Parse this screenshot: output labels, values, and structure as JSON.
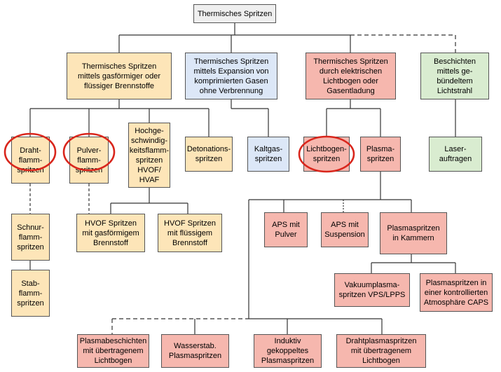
{
  "nodes": {
    "root": {
      "label": "Thermisches Spritzen"
    },
    "gas": {
      "label": "Thermisches Spritzen\nmittels gasförmiger oder\nflüssiger Brennstoffe"
    },
    "expansion": {
      "label": "Thermisches Spritzen\nmittels Expansion von\nkomprimierten Gasen\nohne Verbrennung"
    },
    "electric": {
      "label": "Thermisches Spritzen\ndurch elektrischen\nLichtbogen oder\nGasentladung"
    },
    "laser_beam": {
      "label": "Beschichten\nmittels ge-\nbündeltem\nLichtstrahl"
    },
    "draht": {
      "label": "Draht-\nflamm-\nspritzen"
    },
    "pulver": {
      "label": "Pulver-\nflamm-\nspritzen"
    },
    "hvof": {
      "label": "Hochge-\nschwindig-\nkeitsflamm-\nspritzen\nHVOF/\nHVAF"
    },
    "detonation": {
      "label": "Detonations-\nspritzen"
    },
    "kaltgas": {
      "label": "Kaltgas-\nspritzen"
    },
    "lichtbogen": {
      "label": "Lichtbogen-\nspritzen"
    },
    "plasma": {
      "label": "Plasma-\nspritzen"
    },
    "laser": {
      "label": "Laser-\nauftragen"
    },
    "schnur": {
      "label": "Schnur-\nflamm-\nspritzen"
    },
    "hvof_gas": {
      "label": "HVOF Spritzen\nmit gasförmigem\nBrennstoff"
    },
    "hvof_fluid": {
      "label": "HVOF Spritzen\nmit flüssigem\nBrennstoff"
    },
    "aps_pulver": {
      "label": "APS mit\nPulver"
    },
    "aps_susp": {
      "label": "APS mit\nSuspension"
    },
    "kammern": {
      "label": "Plasmaspritzen\nin Kammern"
    },
    "stab": {
      "label": "Stab-\nflamm-\nspritzen"
    },
    "vakuum": {
      "label": "Vakuumplasma-\nspritzen VPS/LPPS"
    },
    "caps": {
      "label": "Plasmaspritzen in\neiner kontrollierten\nAtmosphäre CAPS"
    },
    "beschichten": {
      "label": "Plasmabeschichten\nmit übertragenem\nLichtbogen"
    },
    "wasser": {
      "label": "Wasserstab.\nPlasmaspritzen"
    },
    "induktiv": {
      "label": "Induktiv\ngekoppeltes\nPlasmaspritzen"
    },
    "drahtplasma": {
      "label": "Drahtplasmaspritzen\nmit übertragenem\nLichtbogen"
    }
  },
  "colors": {
    "gray": "#efefef",
    "yellow": "#fde5b8",
    "blue": "#dce7f7",
    "red": "#f6b7ae",
    "green": "#d9ecd0",
    "highlight": "#d9261c",
    "line": "#333333"
  },
  "highlighted": [
    "draht",
    "pulver",
    "lichtbogen"
  ]
}
